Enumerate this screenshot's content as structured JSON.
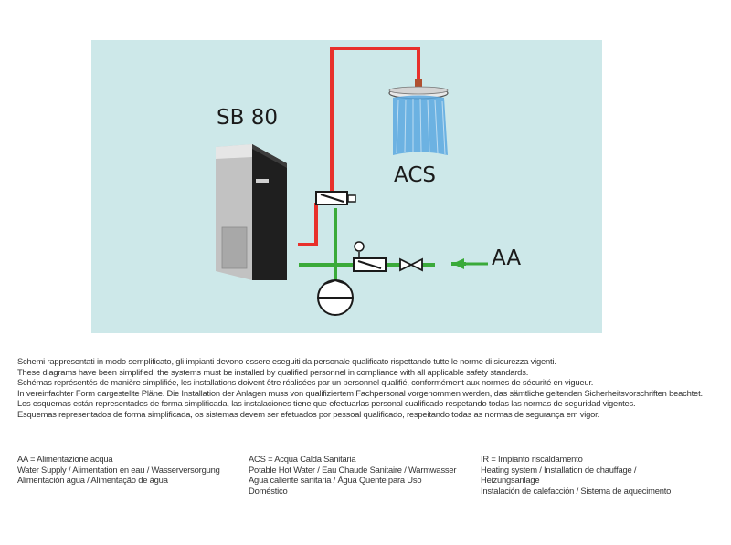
{
  "diagram": {
    "boiler_title": "SB 80",
    "acs_label": "ACS",
    "aa_label": "AA",
    "colors": {
      "background": "#cde8e9",
      "hot_pipe": "#e8302b",
      "cold_pipe": "#3aaa3a",
      "water_spray": "#5aa8e0"
    },
    "icons": [
      "boiler-unit",
      "shower-head-icon",
      "heat-exchanger-icon",
      "pressure-gauge-icon",
      "filter-icon",
      "gate-valve-icon",
      "circulation-pump-icon",
      "arrow-left-icon"
    ]
  },
  "disclaimer": {
    "it": "Schemi rappresentati in modo semplificato, gli impianti devono essere eseguiti da personale qualificato rispettando tutte le norme di sicurezza vigenti.",
    "en": "These diagrams have been simplified; the systems must be installed by qualified personnel in compliance with all applicable safety standards.",
    "fr": "Schémas représentés de manière simplifiée, les installations doivent être réalisées par un personnel qualifié, conformément aux normes de sécurité en vigueur.",
    "de": "In vereinfachter Form dargestellte Pläne. Die Installation der Anlagen muss von qualifiziertem Fachpersonal vorgenommen werden, das sämtliche geltenden Sicherheitsvorschriften beachtet.",
    "es": "Los esquemas están representados de forma simplificada, las instalaciones tiene que efectuarlas personal cualificado respetando todas las normas de seguridad vigentes.",
    "pt": "Esquemas representados de forma simplificada, os sistemas devem ser efetuados por pessoal qualificado, respeitando todas as normas de segurança em vigor."
  },
  "legend": {
    "aa": {
      "line1": "AA = Alimentazione acqua",
      "line2": "Water Supply / Alimentation en eau / Wasserversorgung",
      "line3": "Alimentación agua / Alimentação de água"
    },
    "acs": {
      "line1": "ACS = Acqua Calda Sanitaria",
      "line2": "Potable Hot Water / Eau Chaude Sanitaire / Warmwasser",
      "line3": "Agua caliente sanitaria / Água Quente para Uso",
      "line4": "Doméstico"
    },
    "ir": {
      "line1": "IR = Impianto riscaldamento",
      "line2": "Heating system / Installation de chauffage /",
      "line3": "Heizungsanlage",
      "line4": "Instalación de calefacción / Sistema de aquecimento"
    }
  }
}
